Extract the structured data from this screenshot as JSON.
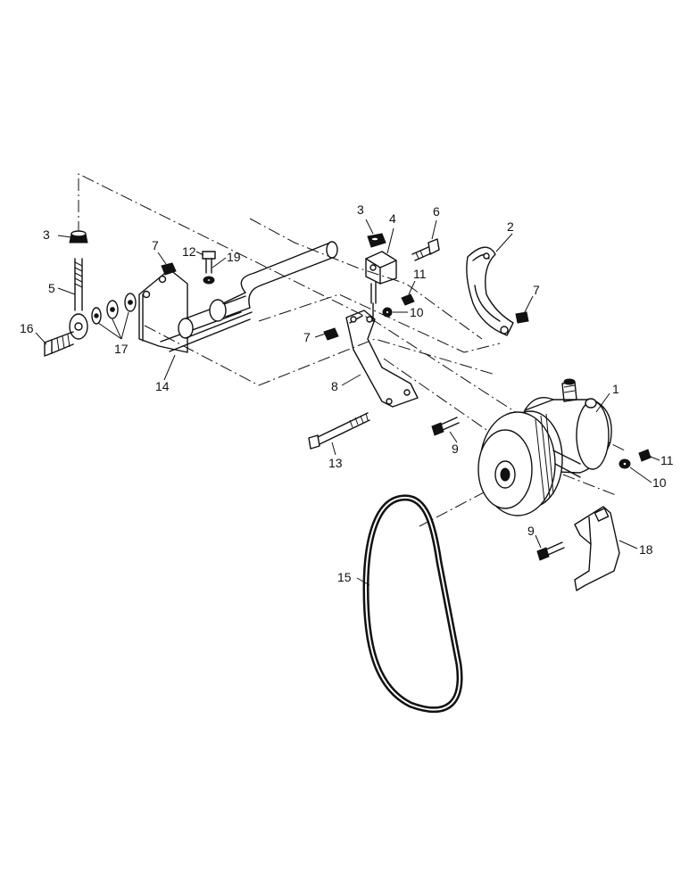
{
  "diagram": {
    "callouts": [
      {
        "id": "c1",
        "text": "1"
      },
      {
        "id": "c2",
        "text": "2"
      },
      {
        "id": "c3a",
        "text": "3"
      },
      {
        "id": "c3b",
        "text": "3"
      },
      {
        "id": "c4",
        "text": "4"
      },
      {
        "id": "c5",
        "text": "5"
      },
      {
        "id": "c6",
        "text": "6"
      },
      {
        "id": "c7a",
        "text": "7"
      },
      {
        "id": "c7b",
        "text": "7"
      },
      {
        "id": "c7c",
        "text": "7"
      },
      {
        "id": "c8",
        "text": "8"
      },
      {
        "id": "c9a",
        "text": "9"
      },
      {
        "id": "c9b",
        "text": "9"
      },
      {
        "id": "c10a",
        "text": "10"
      },
      {
        "id": "c10b",
        "text": "10"
      },
      {
        "id": "c11a",
        "text": "11"
      },
      {
        "id": "c11b",
        "text": "11"
      },
      {
        "id": "c12",
        "text": "12"
      },
      {
        "id": "c13",
        "text": "13"
      },
      {
        "id": "c14",
        "text": "14"
      },
      {
        "id": "c15",
        "text": "15"
      },
      {
        "id": "c16",
        "text": "16"
      },
      {
        "id": "c17",
        "text": "17"
      },
      {
        "id": "c18",
        "text": "18"
      },
      {
        "id": "c19",
        "text": "19"
      }
    ]
  }
}
